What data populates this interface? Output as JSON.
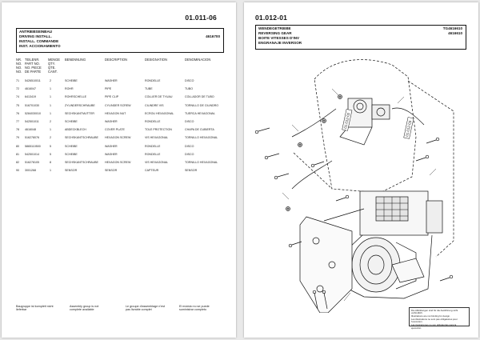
{
  "left_page": {
    "page_number": "01.011-06",
    "header_lines": [
      "ANTRIEBSEINBAU",
      "DRIVING INSTALL.",
      "INSTALL. COMMANDE",
      "INST. ACCIONAMIENTO"
    ],
    "part_number": "4616700",
    "column_headers": {
      "nr": [
        "NR.",
        "NO.",
        "NO.",
        "NO."
      ],
      "part": [
        "TEILENR.",
        "PART NO.",
        "NO. PIECE",
        "DE PARTE"
      ],
      "qty": [
        "MENGE",
        "QTY.",
        "QTE.",
        "CANT."
      ],
      "benennung": "BENENNUNG",
      "description": "DESCRIPTION",
      "designation": "DESIGNATION",
      "denominacion": "DENOMINACION"
    },
    "rows": [
      {
        "nr": "71",
        "part": "5426510011",
        "qty": "2",
        "de": "SCHEIBE",
        "en": "WASHER",
        "fr": "RONDELLE",
        "es": "DISCO"
      },
      {
        "nr": "72",
        "part": "4616047",
        "qty": "1",
        "de": "ROHR",
        "en": "PIPE",
        "fr": "TUBE",
        "es": "TUBO"
      },
      {
        "nr": "74",
        "part": "6413419",
        "qty": "1",
        "de": "ROHRSCHELLE",
        "en": "PIPE CLIP",
        "fr": "COLLIER DE TYUAU",
        "es": "COLLADOR DE TUBO"
      },
      {
        "nr": "75",
        "part": "516701030",
        "qty": "1",
        "de": "ZYLINDERSCHRAUBE",
        "en": "CYLINDER SCREW",
        "fr": "CILINDRE VIS",
        "es": "TORNILLO DE CILINDRO"
      },
      {
        "nr": "76",
        "part": "5284030010",
        "qty": "1",
        "de": "SECHSKANTMUTTER",
        "en": "HEXAGON NUT",
        "fr": "ECROU HEXAGONAL",
        "es": "TUERCA HEXAGONAL"
      },
      {
        "nr": "77",
        "part": "542501011",
        "qty": "2",
        "de": "SCHEIBE",
        "en": "WASHER",
        "fr": "RONDELLE",
        "es": "DISCO"
      },
      {
        "nr": "78",
        "part": "4616048",
        "qty": "1",
        "de": "ABDECKBLECH",
        "en": "COVER PLATE",
        "fr": "TOLE PROTECTION",
        "es": "CHAPA DE CUBIERTA"
      },
      {
        "nr": "79",
        "part": "516278076",
        "qty": "2",
        "de": "SECHSKANTSCHRAUBE",
        "en": "HEXAGON SCREW",
        "fr": "VIS HEXAGONAL",
        "es": "TORNILLO HEXAGONAL"
      },
      {
        "nr": "80",
        "part": "5865110500",
        "qty": "5",
        "de": "SCHEIBE",
        "en": "WASHER",
        "fr": "RONDELLE",
        "es": "DISCO"
      },
      {
        "nr": "81",
        "part": "542501014",
        "qty": "5",
        "de": "SCHEIBE",
        "en": "WASHER",
        "fr": "RONDELLE",
        "es": "DISCO"
      },
      {
        "nr": "82",
        "part": "516278105",
        "qty": "8",
        "de": "SECHSKANTSCHRAUBE",
        "en": "HEXAGON SCREW",
        "fr": "VIS HEXAGONAL",
        "es": "TORNILLO HEXAGONAL"
      },
      {
        "nr": "90",
        "part": "3001268",
        "qty": "1",
        "de": "SENSOR",
        "en": "SENSOR",
        "fr": "CAPTEUR",
        "es": "SENSOR"
      }
    ],
    "footnotes": [
      "Baugruppe ist komplett nicht lieferbar",
      "Assembly group is not complete available",
      "Le groupe d'assemblage n'est pas livrable complet",
      "El módulo no se puede suministrar completo"
    ]
  },
  "right_page": {
    "page_number": "01.012-01",
    "header_lines": [
      "WENDEGETRIEBE",
      "REVERSING GEAR",
      "BOITE VITESSES D'INV",
      "ENGRANAJE INVERSOR"
    ],
    "part_numbers": [
      "TG4616610",
      "4616610"
    ],
    "diagram_labels": [
      "01.012-02",
      "01.012-03"
    ],
    "footnote_lines": [
      "Die Abbildungen sind für die Ausführung nicht verbindlich.",
      "Illustrations are not binding for design.",
      "Les illustrations ne sont pas obligatoires pour l'exécution.",
      "Las ilustraciones no son obligatorias para la ejecución."
    ],
    "colors": {
      "ink": "#111111",
      "paper": "#ffffff"
    }
  }
}
